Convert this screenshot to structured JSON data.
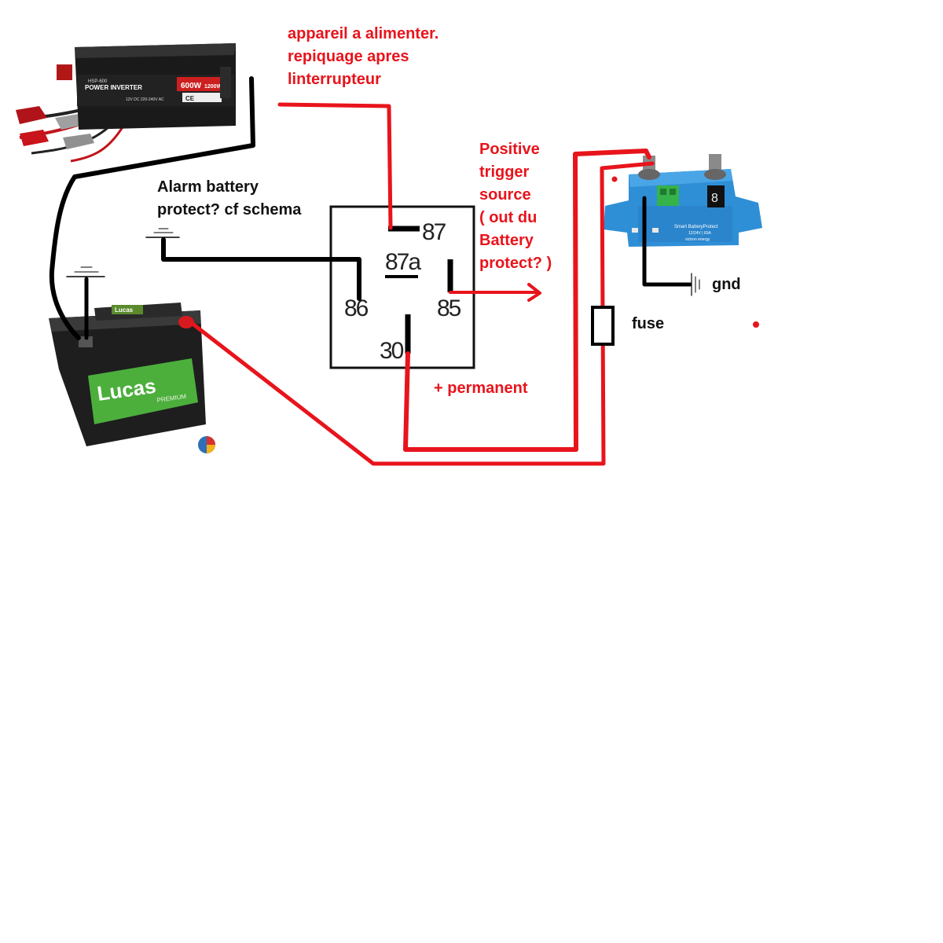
{
  "colors": {
    "wire_positive": "#e8141c",
    "wire_ground": "#000000",
    "annotation_red": "#e8141c",
    "annotation_black": "#111111",
    "bp_blue": "#2f8fd6",
    "bp_terminal_green": "#35b24a",
    "inverter_body": "#1a1a1a",
    "inverter_accent": "#cc1f1f",
    "battery_body": "#1e1e1e",
    "battery_label_green": "#4caf3c"
  },
  "annotations": {
    "device_note": [
      "appareil a alimenter.",
      "repiquage apres",
      "linterrupteur"
    ],
    "alarm_note": [
      "Alarm battery",
      "protect? cf schema"
    ],
    "trigger_note": [
      "Positive",
      "trigger",
      "source",
      "( out du",
      "Battery",
      "protect? )"
    ],
    "permanent_label": "+ permanent",
    "gnd_label": "gnd",
    "fuse_label": "fuse"
  },
  "relay": {
    "pins": {
      "p87": "87",
      "p87a": "87a",
      "p86": "86",
      "p85": "85",
      "p30": "30"
    }
  },
  "inverter": {
    "brand": "POWER INVERTER",
    "power_rating": "600W",
    "peak_rating": "1200W",
    "model": "HSP-600",
    "spec": "12V DC  220-240V AC",
    "marks": "CE"
  },
  "battery": {
    "brand": "Lucas",
    "lid_brand": "Lucas",
    "line": "PREMIUM"
  },
  "battery_protect": {
    "name": "Smart BatteryProtect",
    "spec": "12/24V | 65A",
    "maker": "victron energy",
    "display_digit": "8"
  }
}
